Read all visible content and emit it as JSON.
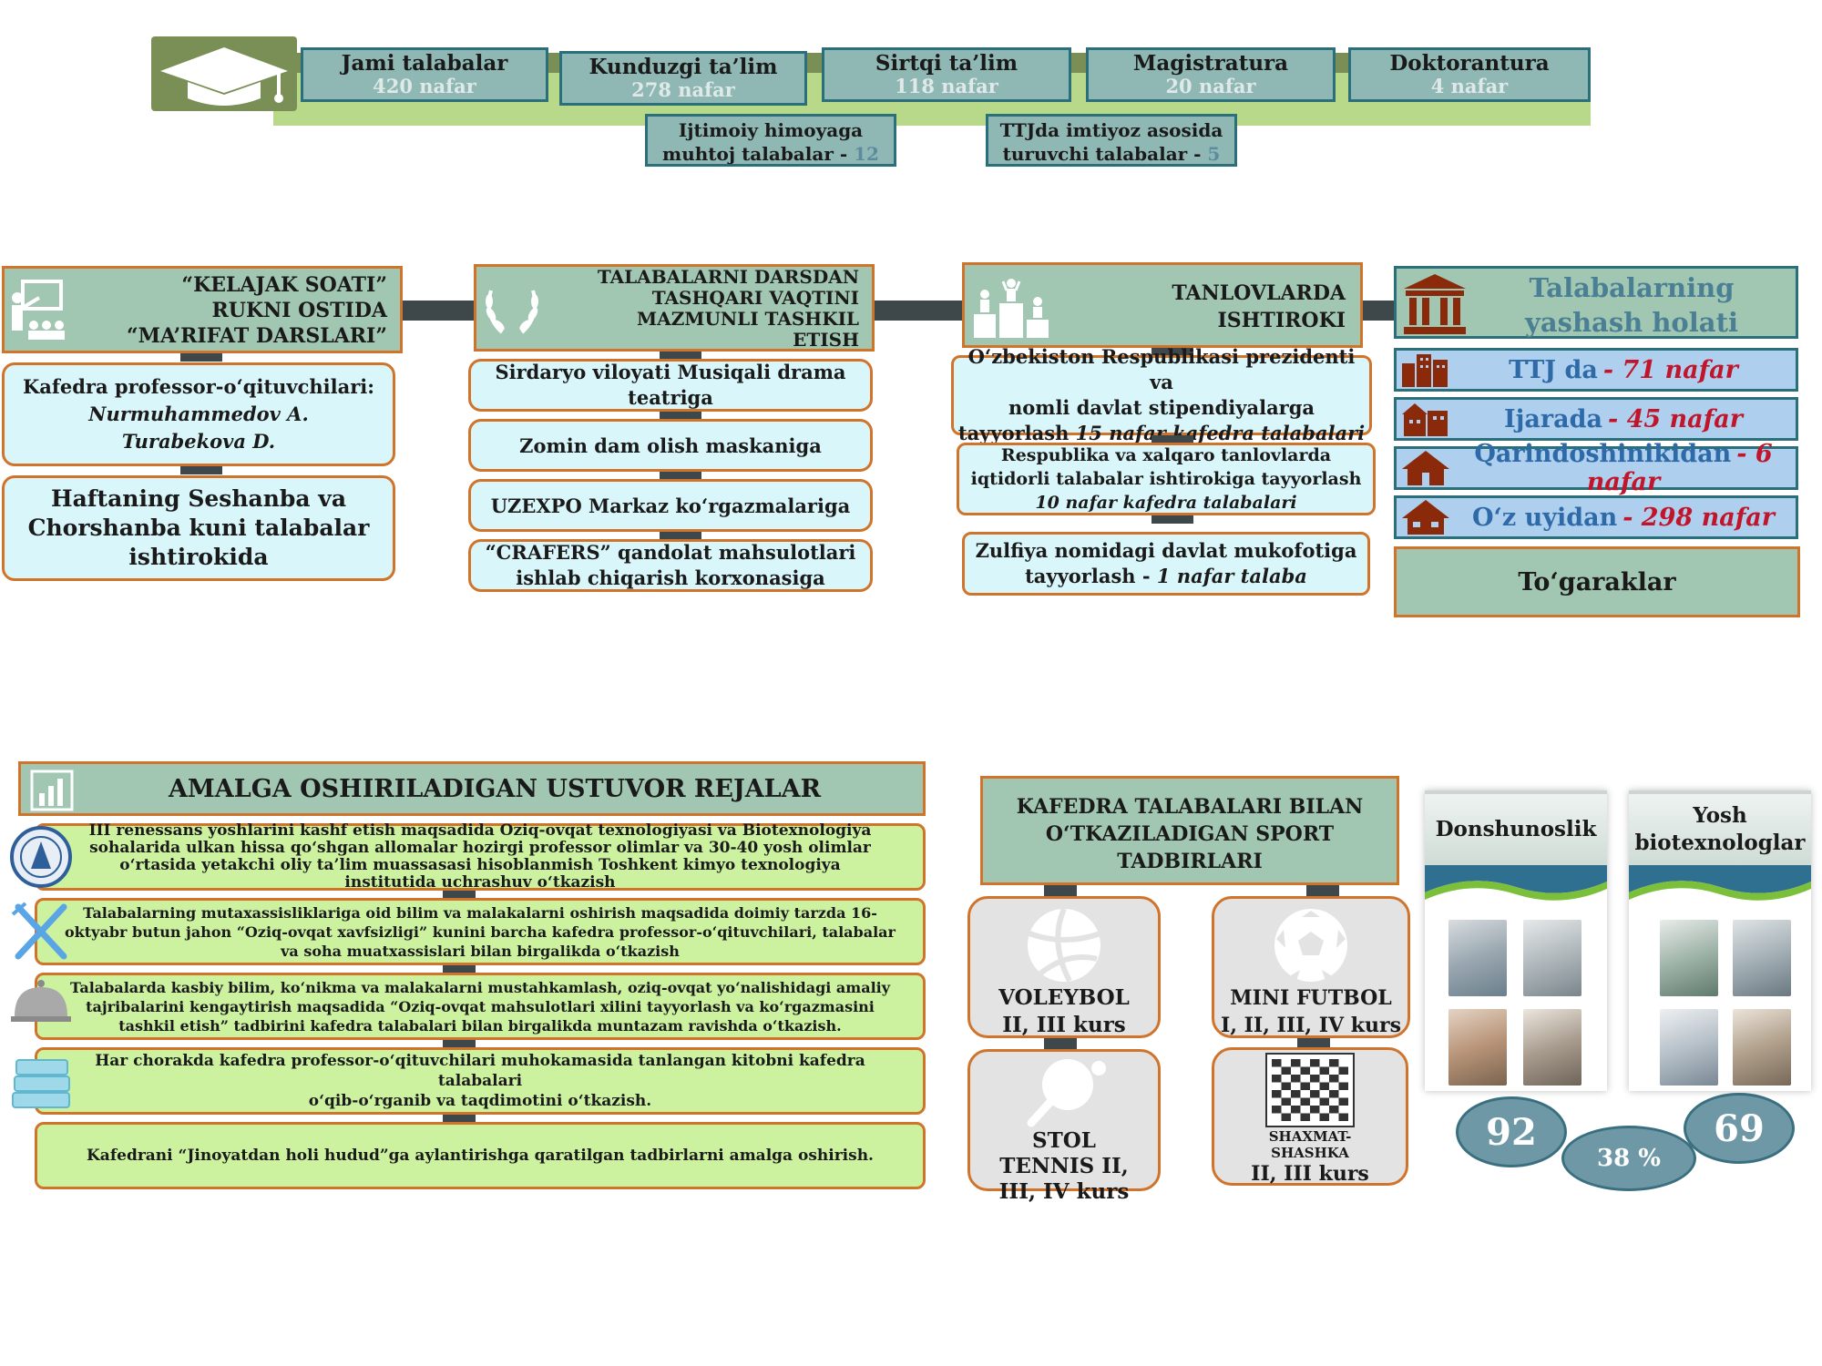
{
  "top": {
    "stats": [
      {
        "title": "Jami talabalar",
        "value": "420 nafar"
      },
      {
        "title": "Kunduzgi ta’lim",
        "value": "278 nafar"
      },
      {
        "title": "Sirtqi ta’lim",
        "value": "118 nafar"
      },
      {
        "title": "Magistratura",
        "value": "20 nafar"
      },
      {
        "title": "Doktorantura",
        "value": "4 nafar"
      }
    ],
    "sub_stats": [
      {
        "line1": "Ijtimoiy himoyaga",
        "line2": "muhtoj talabalar - ",
        "num": "12"
      },
      {
        "line1": "TTJda imtiyoz asosida",
        "line2": "turuvchi talabalar - ",
        "num": "5"
      }
    ]
  },
  "kelajak": {
    "header": [
      "“KELAJAK SOATI”",
      "RUKNI OSTIDA",
      "“MA’RIFAT DARSLARI”"
    ],
    "card1_title": "Kafedra professor-o‘qituvchilari:",
    "card1_names": [
      "Nurmuhammedov A.",
      "Turabekova D."
    ],
    "card2": [
      "Haftaning Seshanba va",
      "Chorshanba kuni talabalar",
      "ishtirokida"
    ]
  },
  "dars": {
    "header": [
      "TALABALARNI DARSDAN",
      "TASHQARI VAQTINI",
      "MAZMUNLI TASHKIL",
      "ETISH"
    ],
    "items": [
      [
        "Sirdaryo viloyati Musiqali drama",
        "teatriga"
      ],
      [
        "Zomin dam olish maskaniga"
      ],
      [
        "UZEXPO Markaz ko‘rgazmalariga"
      ],
      [
        "“CRAFERS” qandolat mahsulotlari",
        "ishlab chiqarish korxonasiga"
      ]
    ]
  },
  "tanlov": {
    "header": [
      "TANLOVLARDA",
      "ISHTIROKI"
    ],
    "item1": {
      "l1": "O‘zbekiston Respublikasi prezidenti va",
      "l2": "nomli davlat stipendiyalarga",
      "l3a": "tayyorlash ",
      "l3b": "15 nafar kafedra talabalari"
    },
    "item2": {
      "l1": "Respublika va xalqaro tanlovlarda",
      "l2": "iqtidorli  talabalar ishtirokiga tayyorlash",
      "l3": "10 nafar kafedra talabalari"
    },
    "item3": {
      "l1": "Zulfiya nomidagi  davlat mukofotiga",
      "l2a": "tayyorlash - ",
      "l2b": "1 nafar talaba"
    }
  },
  "living": {
    "header": [
      "Talabalarning",
      "yashash holati"
    ],
    "rows": [
      {
        "label": "TTJ da",
        "value": "- 71 nafar"
      },
      {
        "label": "Ijarada",
        "value": "- 45 nafar"
      },
      {
        "label": "Qarindoshinikidan",
        "value": "- 6 nafar"
      },
      {
        "label": "O‘z uyidan",
        "value": "- 298 nafar"
      }
    ],
    "clubs_button": "To‘garaklar"
  },
  "plans": {
    "title": "AMALGA OSHIRILADIGAN USTUVOR REJALAR",
    "items": [
      [
        "III renessans yoshlarini kashf etish maqsadida Oziq-ovqat texnologiyasi va Biotexnologiya",
        "sohalarida ulkan hissa qo‘shgan allomalar hozirgi professor olimlar va 30-40 yosh olimlar",
        "o‘rtasida yetakchi oliy ta’lim muassasasi hisoblanmish Toshkent kimyo texnologiya",
        "institutida uchrashuv o‘tkazish"
      ],
      [
        "Talabalarning mutaxassisliklariga oid bilim va malakalarni oshirish maqsadida doimiy tarzda 16-",
        "oktyabr butun jahon “Oziq-ovqat xavfsizligi” kunini barcha kafedra professor-o‘qituvchilari, talabalar",
        "va  soha muatxassislari bilan birgalikda o‘tkazish"
      ],
      [
        "Talabalarda kasbiy bilim, ko‘nikma va malakalarni mustahkamlash, oziq-ovqat yo‘nalishidagi amaliy",
        "tajribalarini kengaytirish maqsadida “Oziq-ovqat mahsulotlari xilini tayyorlash va ko‘rgazmasini",
        "tashkil etish” tadbirini kafedra talabalari bilan birgalikda muntazam ravishda o‘tkazish."
      ],
      [
        "Har chorakda kafedra professor-o‘qituvchilari muhokamasida tanlangan kitobni kafedra talabalari",
        "o‘qib-o‘rganib va taqdimotini o‘tkazish."
      ],
      [
        "Kafedrani “Jinoyatdan holi hudud”ga aylantirishga qaratilgan tadbirlarni amalga oshirish."
      ]
    ]
  },
  "sport": {
    "title": [
      "KAFEDRA TALABALARI BILAN",
      "O‘TKAZILADIGAN SPORT",
      "TADBIRLARI"
    ],
    "volleyball": [
      "VOLEYBOL",
      "II, III kurs"
    ],
    "football": [
      "MINI FUTBOL",
      "I, II, III, IV kurs"
    ],
    "tennis": [
      "STOL",
      "TENNIS II,",
      "III, IV kurs"
    ],
    "chess": [
      "SHAXMAT-",
      "SHASHKA",
      "II, III kurs"
    ]
  },
  "clubs": {
    "donshunoslik": "Donshunoslik",
    "yosh": [
      "Yosh",
      "biotexnologlar"
    ],
    "count_left": "92",
    "count_right": "69",
    "percent": "38 %"
  },
  "colors": {
    "accent_border": "#d0742c",
    "teal_header": "#a1c6b1",
    "card_bg": "#d9f7fb",
    "living_value": "#c0152a"
  }
}
